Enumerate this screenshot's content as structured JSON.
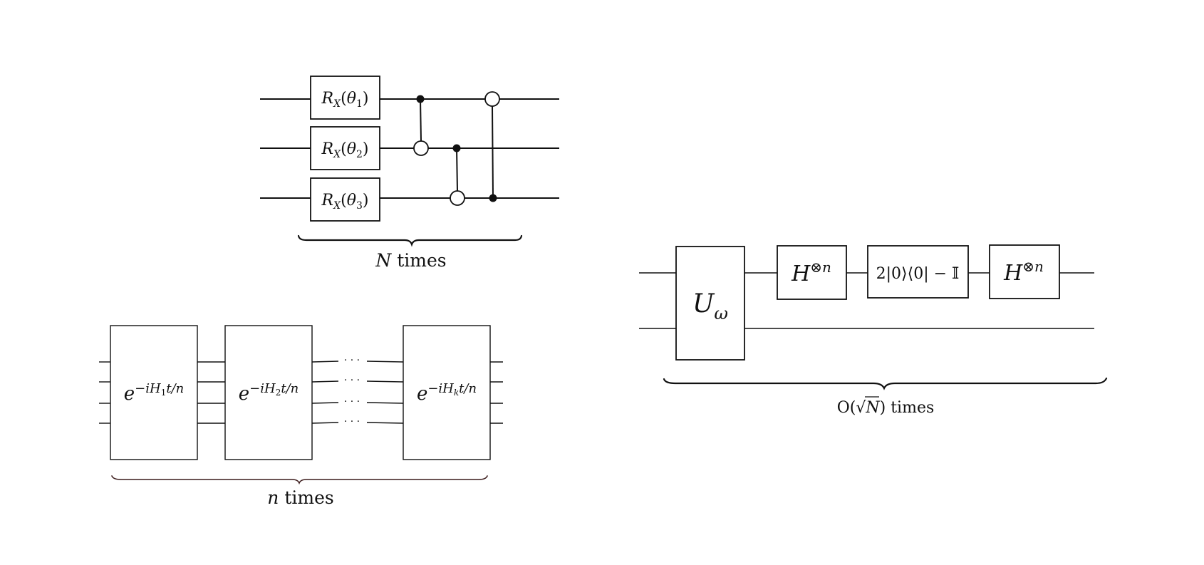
{
  "circuit_a": {
    "gates": [
      {
        "op": "R",
        "sub": "X",
        "arg": "θ",
        "argsub": "1"
      },
      {
        "op": "R",
        "sub": "X",
        "arg": "θ",
        "argsub": "2"
      },
      {
        "op": "R",
        "sub": "X",
        "arg": "θ",
        "argsub": "3"
      }
    ],
    "label_var": "N",
    "label_word": "times"
  },
  "circuit_b": {
    "oracle": {
      "base": "U",
      "sub": "ω"
    },
    "gate1": {
      "base": "H",
      "sup": "⊗n"
    },
    "gate2": {
      "text": "2|0⟩⟨0| − 𝕀"
    },
    "gate3": {
      "base": "H",
      "sup": "⊗n"
    },
    "label_prefix": "O(",
    "label_sqrt": "√",
    "label_var": "N",
    "label_suffix": ") times"
  },
  "circuit_c": {
    "blocks": [
      {
        "base": "e",
        "exp_pre": "−iH",
        "exp_sub": "1",
        "exp_post": "t/n"
      },
      {
        "base": "e",
        "exp_pre": "−iH",
        "exp_sub": "2",
        "exp_post": "t/n"
      },
      {
        "base": "e",
        "exp_pre": "−iH",
        "exp_sub": "k",
        "exp_post": "t/n"
      }
    ],
    "ellipsis": "· · ·",
    "label_var": "n",
    "label_word": "times"
  }
}
